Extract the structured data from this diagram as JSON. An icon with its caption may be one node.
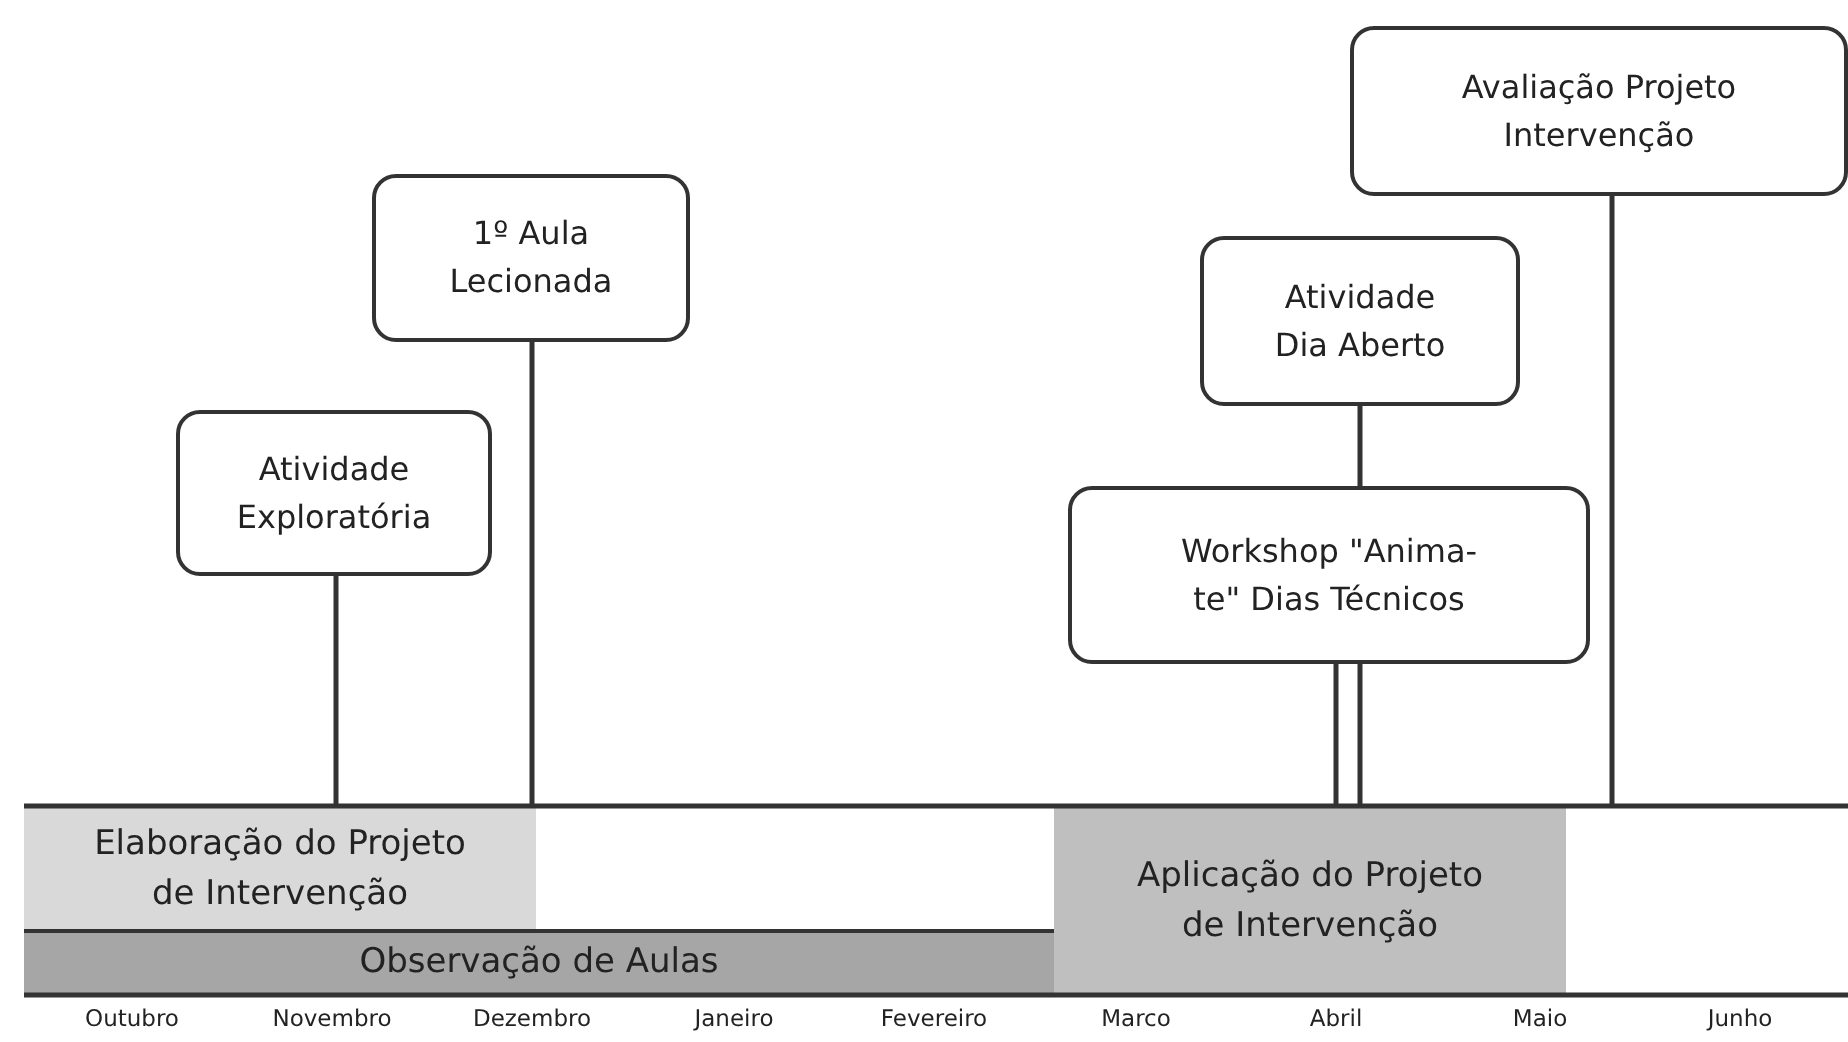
{
  "diagram": {
    "nodes": [
      {
        "text": [
          "Avaliação Projeto Intervenção"
        ]
      },
      {
        "text": [
          "1º Aula Lecionada"
        ]
      },
      {
        "text": [
          "Atividade Dia Aberto"
        ]
      },
      {
        "text": [
          "Atividade Exploratória"
        ]
      },
      {
        "text": [
          "Workshop \"Anima-te\" Dias Técnicos"
        ]
      },
      {
        "text": [
          "Elaboração do Projeto de Intervenção"
        ]
      },
      {
        "text": [
          "Aplicação do Projeto de Intervenção"
        ]
      },
      {
        "text": [
          "Observação de Aulas"
        ]
      }
    ],
    "edges": [
      {
        "from": 0,
        "to": null,
        "arrow": "none"
      },
      {
        "from": 1,
        "to": 5,
        "arrow": "none"
      },
      {
        "from": 2,
        "to": 4,
        "arrow": "none"
      },
      {
        "from": 3,
        "to": 5,
        "arrow": "none"
      },
      {
        "from": 4,
        "to": 6,
        "arrow": "none"
      },
      {
        "from": 4,
        "to": 6,
        "arrow": "none"
      }
    ],
    "labels": [
      "Outubro",
      "Novembro",
      "Dezembro",
      "Janeiro",
      "Fevereiro",
      "Marco",
      "Abril",
      "Maio",
      "Junho"
    ]
  }
}
